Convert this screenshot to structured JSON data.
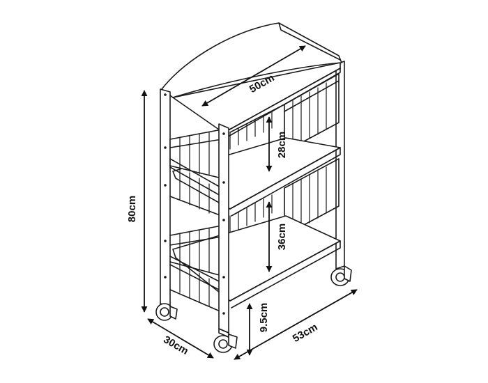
{
  "labels": {
    "top_width": "50cm",
    "shelf_gap_upper": "28cm",
    "shelf_gap_lower": "36cm",
    "total_height": "80cm",
    "wheel_clearance": "9.5cm",
    "depth": "30cm",
    "base_width": "53cm"
  },
  "colors": {
    "line": "#1a1a1a",
    "background": "#ffffff"
  }
}
